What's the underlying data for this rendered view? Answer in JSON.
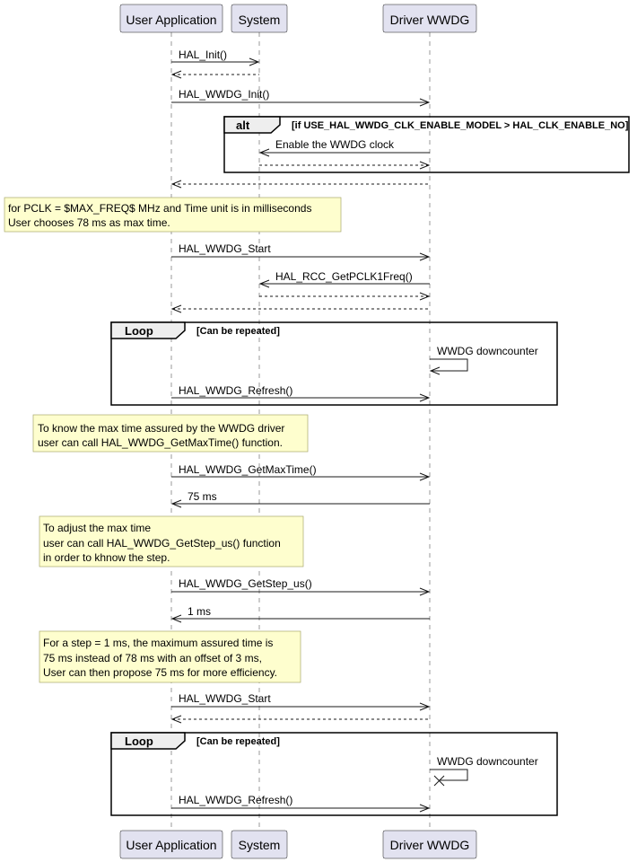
{
  "participants": [
    {
      "key": "user",
      "label": "User Application"
    },
    {
      "key": "system",
      "label": "System"
    },
    {
      "key": "driver",
      "label": "Driver WWDG"
    }
  ],
  "messages": [
    {
      "id": "m1",
      "label": "HAL_Init()"
    },
    {
      "id": "m2",
      "label": ""
    },
    {
      "id": "m3",
      "label": "HAL_WWDG_Init()"
    },
    {
      "id": "m4",
      "label": "Enable the WWDG clock"
    },
    {
      "id": "m5",
      "label": ""
    },
    {
      "id": "m6",
      "label": ""
    },
    {
      "id": "m7",
      "label": "HAL_WWDG_Start"
    },
    {
      "id": "m8",
      "label": "HAL_RCC_GetPCLK1Freq()"
    },
    {
      "id": "m9",
      "label": ""
    },
    {
      "id": "m10",
      "label": ""
    },
    {
      "id": "m11",
      "label": "WWDG downcounter"
    },
    {
      "id": "m12",
      "label": "HAL_WWDG_Refresh()"
    },
    {
      "id": "m13",
      "label": "HAL_WWDG_GetMaxTime()"
    },
    {
      "id": "m14",
      "label": "75 ms"
    },
    {
      "id": "m15",
      "label": "HAL_WWDG_GetStep_us()"
    },
    {
      "id": "m16",
      "label": "1 ms"
    },
    {
      "id": "m17",
      "label": "HAL_WWDG_Start"
    },
    {
      "id": "m18",
      "label": ""
    },
    {
      "id": "m19",
      "label": "WWDG downcounter"
    },
    {
      "id": "m20",
      "label": "HAL_WWDG_Refresh()"
    }
  ],
  "frames": {
    "alt": {
      "keyword": "alt",
      "condition": "[if USE_HAL_WWDG_CLK_ENABLE_MODEL > HAL_CLK_ENABLE_NO]"
    },
    "loop1": {
      "keyword": "Loop",
      "condition": "[Can be repeated]"
    },
    "loop2": {
      "keyword": "Loop",
      "condition": "[Can be repeated]"
    }
  },
  "notes": {
    "note1": [
      "for PCLK = $MAX_FREQ$ MHz and Time unit is in milliseconds",
      "User chooses 78 ms as max time."
    ],
    "note2": [
      "To know the max time assured by the WWDG driver",
      "user can call HAL_WWDG_GetMaxTime() function."
    ],
    "note3": [
      "To adjust the max time",
      "user can call HAL_WWDG_GetStep_us() function",
      "in order to khnow the step."
    ],
    "note4": [
      "For a step = 1 ms, the maximum assured time is",
      "75 ms instead of 78 ms with an offset of 3 ms,",
      "User can then propose 75 ms for more efficiency."
    ]
  }
}
